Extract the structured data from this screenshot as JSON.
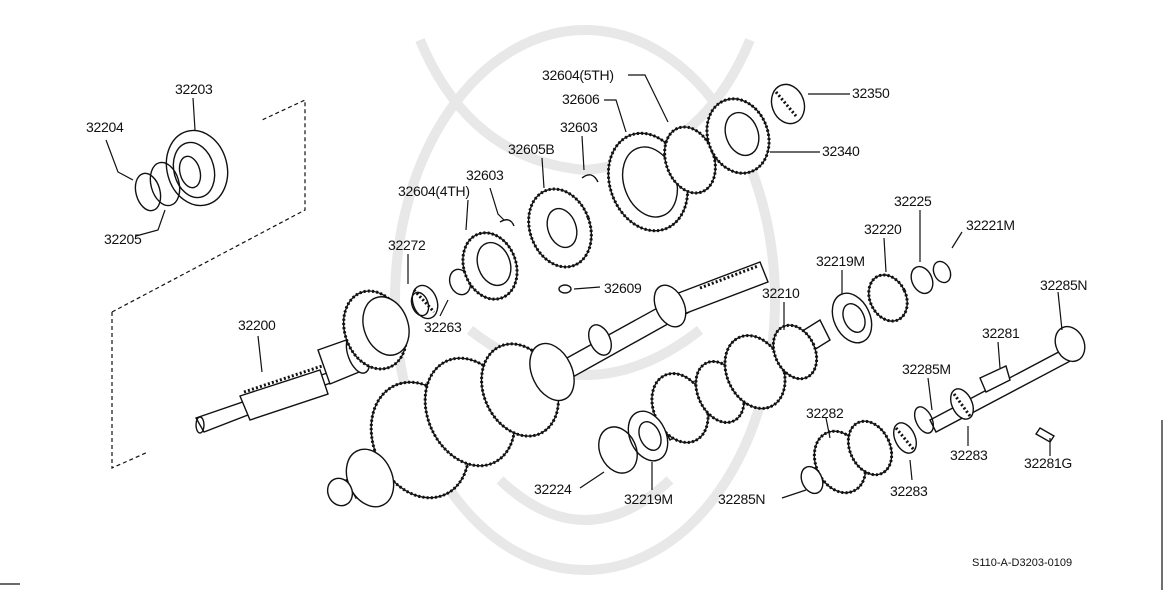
{
  "diagram": {
    "callouts": [
      {
        "id": "c32203",
        "text": "32203"
      },
      {
        "id": "c32204",
        "text": "32204"
      },
      {
        "id": "c32205",
        "text": "32205"
      },
      {
        "id": "c32272",
        "text": "32272"
      },
      {
        "id": "c32604_4th",
        "text": "32604(4TH)"
      },
      {
        "id": "c32603a",
        "text": "32603"
      },
      {
        "id": "c32263",
        "text": "32263"
      },
      {
        "id": "c32200",
        "text": "32200"
      },
      {
        "id": "c32604_5th",
        "text": "32604(5TH)"
      },
      {
        "id": "c32606",
        "text": "32606"
      },
      {
        "id": "c32603b",
        "text": "32603"
      },
      {
        "id": "c32605b",
        "text": "32605B"
      },
      {
        "id": "c32609",
        "text": "32609"
      },
      {
        "id": "c32350",
        "text": "32350"
      },
      {
        "id": "c32340",
        "text": "32340"
      },
      {
        "id": "c32225",
        "text": "32225"
      },
      {
        "id": "c32221m",
        "text": "32221M"
      },
      {
        "id": "c32220",
        "text": "32220"
      },
      {
        "id": "c32219m_top",
        "text": "32219M"
      },
      {
        "id": "c32210",
        "text": "32210"
      },
      {
        "id": "c32285n_right",
        "text": "32285N"
      },
      {
        "id": "c32281",
        "text": "32281"
      },
      {
        "id": "c32285m",
        "text": "32285M"
      },
      {
        "id": "c32282",
        "text": "32282"
      },
      {
        "id": "c32283a",
        "text": "32283"
      },
      {
        "id": "c32283b",
        "text": "32283"
      },
      {
        "id": "c32281g",
        "text": "32281G"
      },
      {
        "id": "c32224",
        "text": "32224"
      },
      {
        "id": "c32219m_bottom",
        "text": "32219M"
      },
      {
        "id": "c32285n_bottom",
        "text": "32285N"
      }
    ],
    "reference_code": "S110-A-D3203-0109"
  }
}
